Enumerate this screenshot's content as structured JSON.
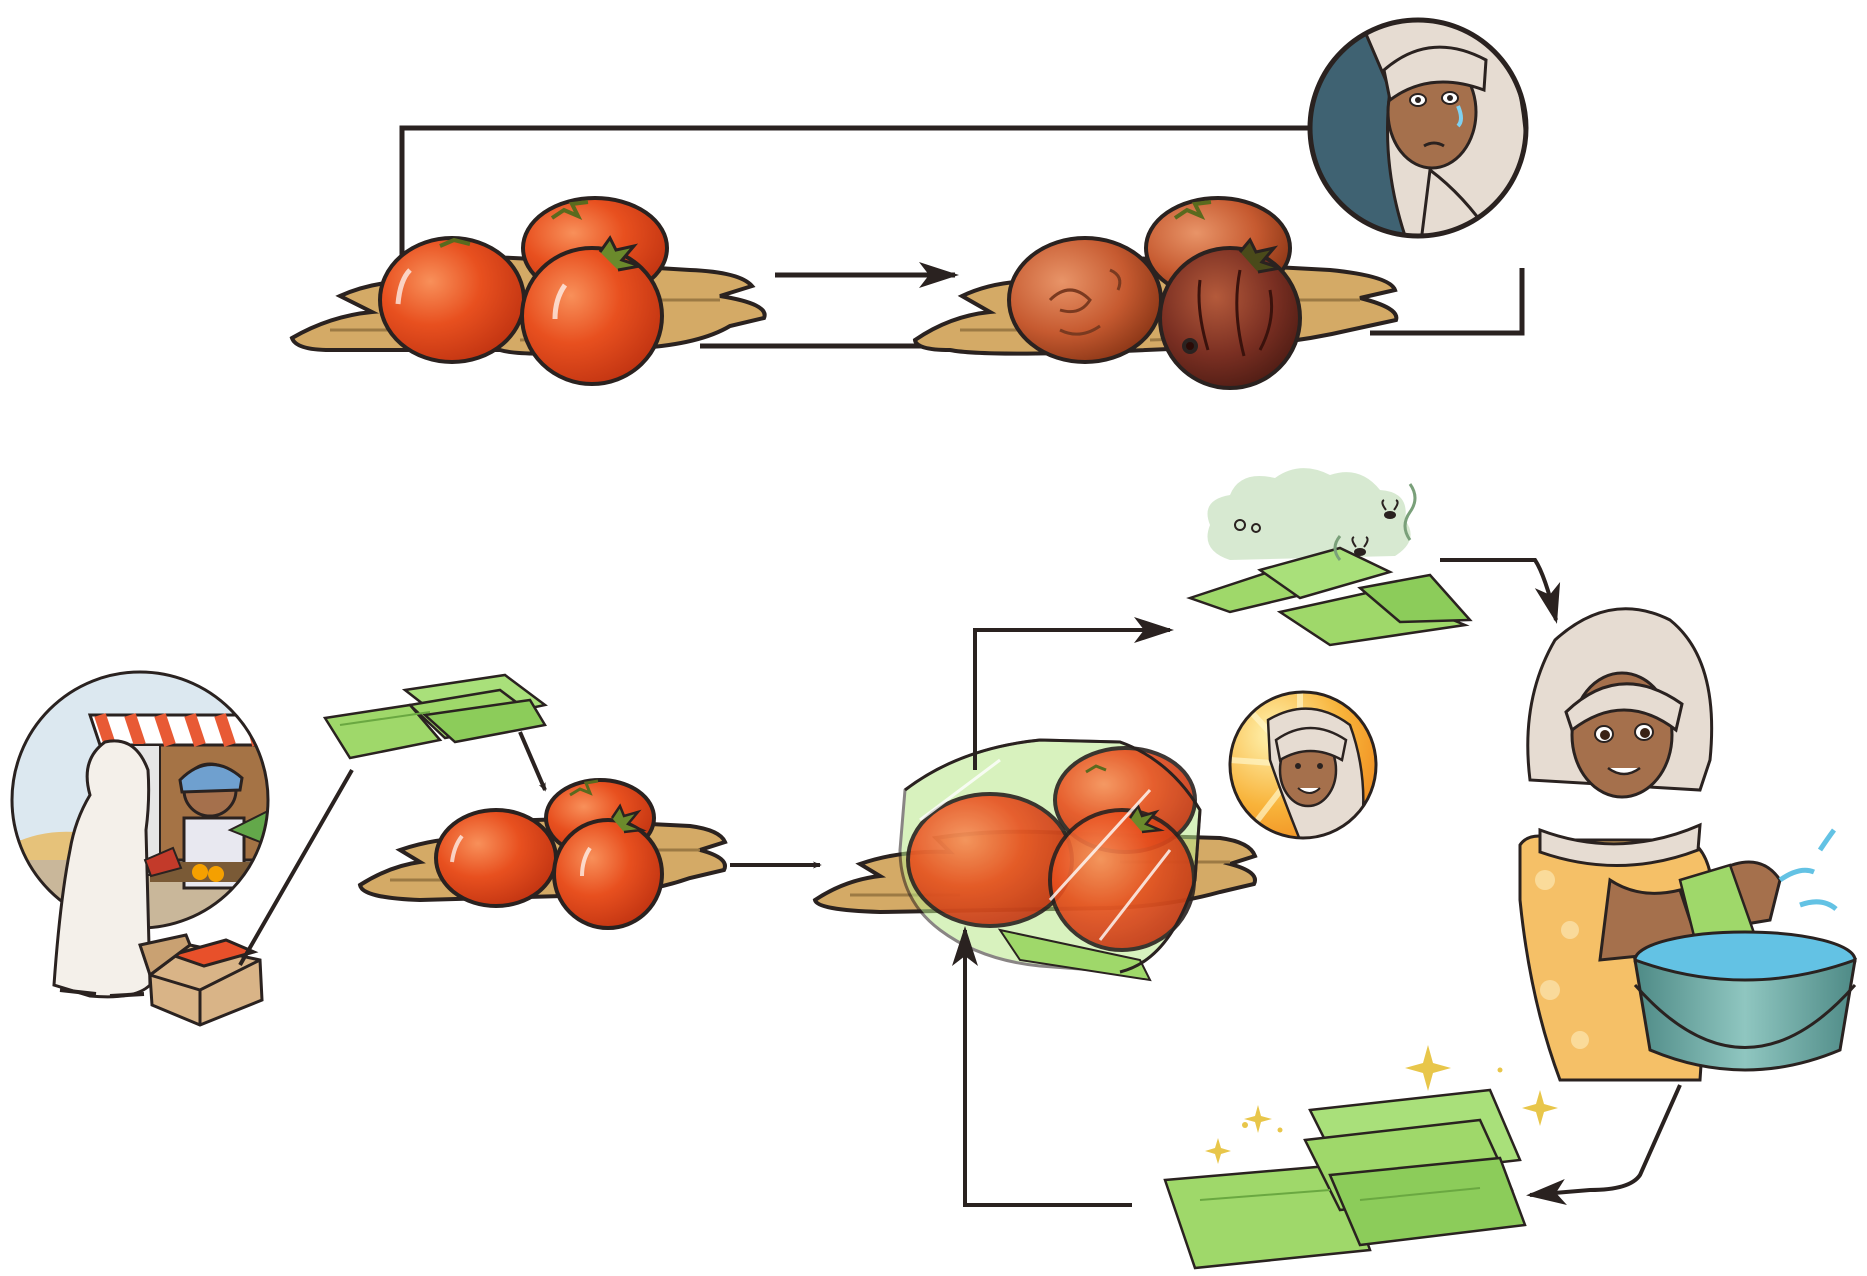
{
  "diagram": {
    "rows": [
      {
        "id": "without-wrap",
        "nodes": [
          {
            "id": "fresh-tomatoes",
            "icon": "fresh-tomatoes-icon"
          },
          {
            "id": "rotten-tomatoes",
            "icon": "rotten-tomatoes-icon"
          },
          {
            "id": "sad-woman",
            "icon": "sad-woman-portrait-icon"
          }
        ],
        "edges": [
          {
            "from": "fresh-tomatoes",
            "to": "rotten-tomatoes"
          },
          {
            "from": "rotten-tomatoes",
            "to": "sad-woman"
          },
          {
            "from": "sad-woman",
            "to": "fresh-tomatoes"
          }
        ]
      },
      {
        "id": "with-reusable-wrap",
        "nodes": [
          {
            "id": "market-purchase",
            "icon": "market-stall-scene-icon"
          },
          {
            "id": "box",
            "icon": "cardboard-box-icon"
          },
          {
            "id": "wraps",
            "icon": "green-wraps-icon"
          },
          {
            "id": "fresh-tomatoes-2",
            "icon": "fresh-tomatoes-icon"
          },
          {
            "id": "wrapped-tomatoes",
            "icon": "wrapped-tomatoes-icon"
          },
          {
            "id": "happy-woman",
            "icon": "happy-woman-portrait-icon"
          },
          {
            "id": "dirty-wraps",
            "icon": "dirty-wraps-icon"
          },
          {
            "id": "washing",
            "icon": "woman-washing-wraps-icon"
          },
          {
            "id": "clean-wraps",
            "icon": "clean-sparkling-wraps-icon"
          }
        ],
        "edges": [
          {
            "from": "box",
            "to": "wraps"
          },
          {
            "from": "wraps",
            "to": "fresh-tomatoes-2"
          },
          {
            "from": "fresh-tomatoes-2",
            "to": "wrapped-tomatoes"
          },
          {
            "from": "wrapped-tomatoes",
            "to": "dirty-wraps"
          },
          {
            "from": "dirty-wraps",
            "to": "washing"
          },
          {
            "from": "washing",
            "to": "clean-wraps"
          },
          {
            "from": "clean-wraps",
            "to": "wrapped-tomatoes"
          }
        ]
      }
    ]
  },
  "colors": {
    "line": "#2a2220",
    "tomato": "#e5481e",
    "tomato_highlight": "#f58a55",
    "rotten": "#7a2f22",
    "wood": "#d2a865",
    "wood_dark": "#8a6a3a",
    "wrap_green": "#9fd86a",
    "wrap_green_dark": "#6aa841",
    "skin": "#a5704c",
    "scarf": "#e6dcd2",
    "sad_bg": "#3f6272",
    "happy_bg": "#f4a733",
    "bucket": "#6fa7a2",
    "water": "#63c2e4",
    "box": "#d9b487",
    "sky": "#dce8f0",
    "awning": "#e85a35"
  }
}
